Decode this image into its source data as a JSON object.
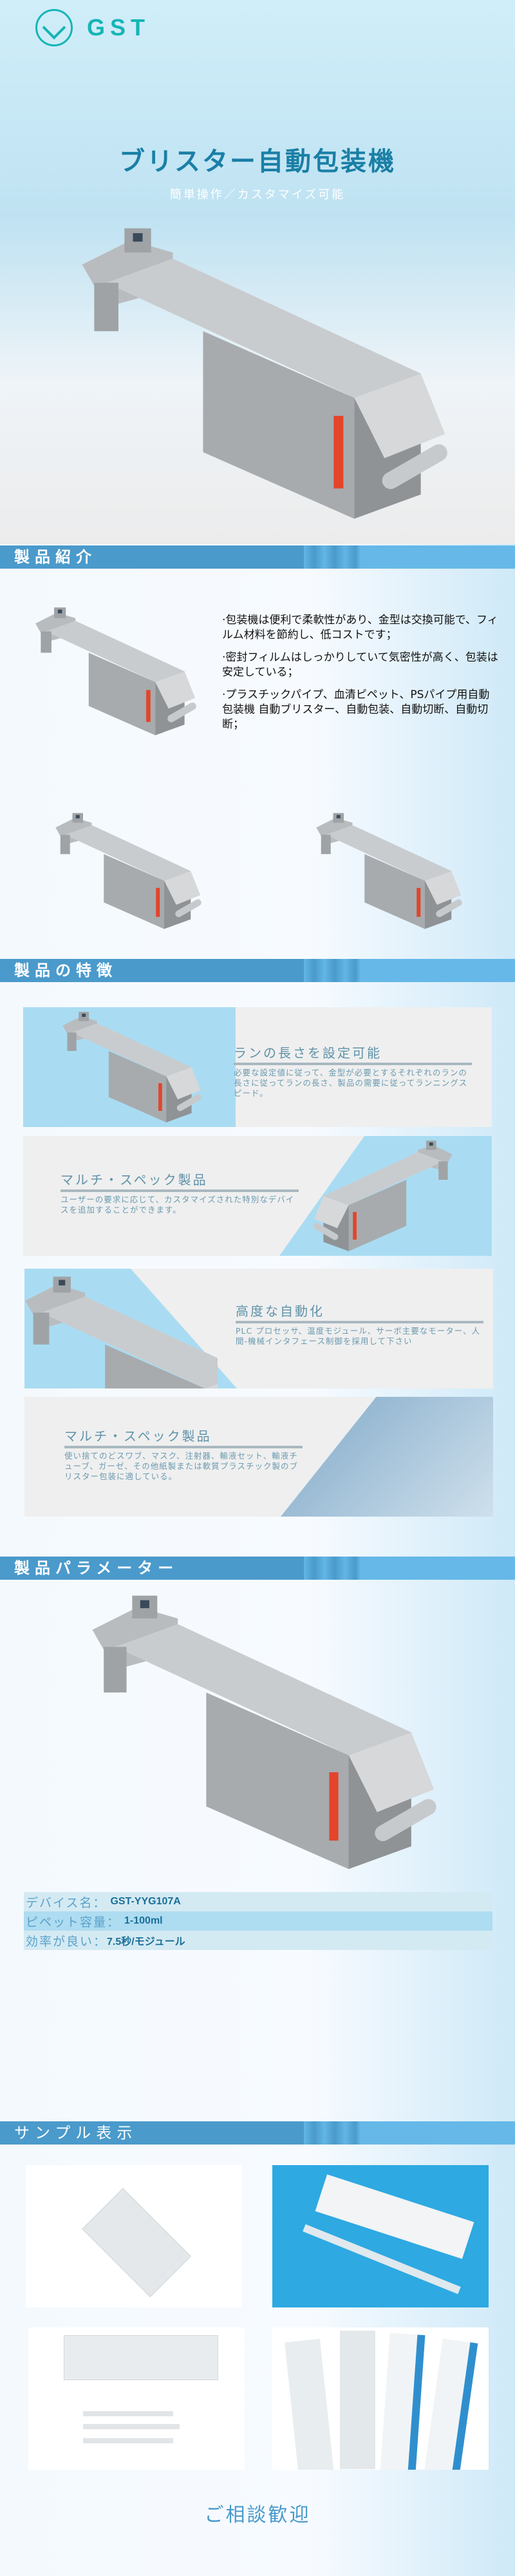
{
  "brand": {
    "name": "GST",
    "color": "#16b5b5"
  },
  "hero": {
    "title": "ブリスター自動包装機",
    "subtitle": "簡単操作／カスタマイズ可能"
  },
  "sections": {
    "intro": "製品紹介",
    "features": "製品の特徴",
    "params": "製品パラメーター",
    "samples": "サンプル表示"
  },
  "intro": {
    "points": [
      "·包装機は便利で柔軟性があり、金型は交換可能で、フィルム材料を節約し、低コストです；",
      "·密封フィルムはしっかりしていて気密性が高く、包装は安定している；",
      "·プラスチックパイプ、血清ピペット、PSパイプ用自動包装機 自動ブリスター、自動包装、自動切断、自動切断；"
    ]
  },
  "features": [
    {
      "title": "ランの長さを設定可能",
      "text": "必要な設定値に従って、金型が必要とするそれぞれのランの長さに従ってランの長さ、製品の需要に従ってランニングスピード。"
    },
    {
      "title": "マルチ・スペック製品",
      "text": "ユーザーの要求に応じて、カスタマイズされた特別なデバイスを追加することができます。"
    },
    {
      "title": "高度な自動化",
      "text": "PLC プロセッサ、温度モジュール、サーボ主要なモーター、人間-機械インタフェース制御を採用して下さい"
    },
    {
      "title": "マルチ・スペック製品",
      "text": "使い捨てのどスワブ、マスク、注射器、輸液セット、輸液チューブ、ガーゼ、その他紙製または軟質プラスチック製のブリスター包装に適している。"
    }
  ],
  "params": [
    {
      "label": "デバイス名：",
      "value": "GST-YYG107A"
    },
    {
      "label": "ピペット容量：",
      "value": "1-100ml"
    },
    {
      "label": "効率が良い：",
      "value": "7.5秒/モジュール"
    }
  ],
  "footer": {
    "consult": "ご相談歓迎"
  },
  "colors": {
    "section_header": "#4a9acb",
    "title": "#1a7fa6",
    "card_bg": "#efefef",
    "card_accent": "#a9dcf2"
  }
}
